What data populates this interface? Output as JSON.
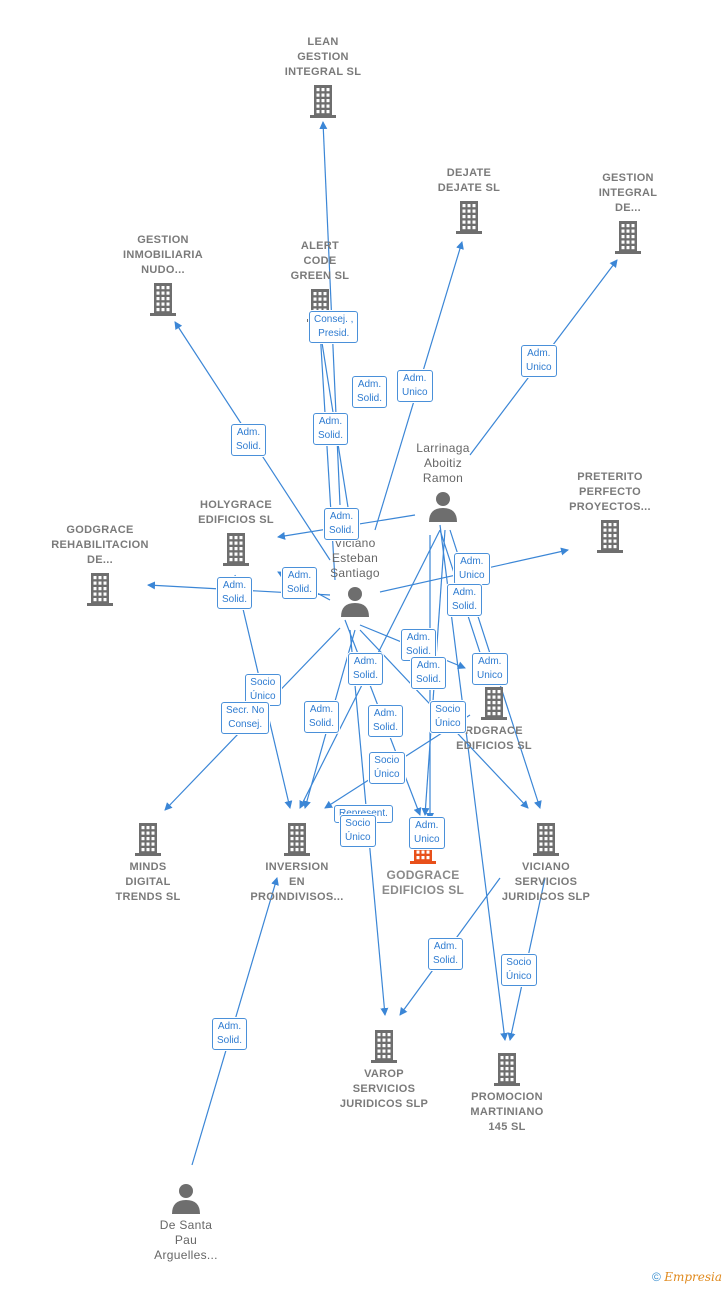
{
  "colors": {
    "edge": "#3b86d6",
    "building": "#6e6e6e",
    "main_building": "#e8501a",
    "person": "#6e6e6e"
  },
  "nodes": {
    "lean": {
      "label": "LEAN\nGESTION\nINTEGRAL  SL",
      "icon": "building-icon"
    },
    "dejate": {
      "label": "DEJATE\nDEJATE SL",
      "icon": "building-icon"
    },
    "gestion_integral": {
      "label": "GESTION\nINTEGRAL\nDE...",
      "icon": "building-icon"
    },
    "gestion_inmob": {
      "label": "GESTION\nINMOBILIARIA\nNUDO...",
      "icon": "building-icon"
    },
    "alert": {
      "label": "ALERT\nCODE\nGREEN  SL",
      "icon": "building-icon"
    },
    "larrinaga": {
      "label": "Larrinaga\nAboitiz\nRamon",
      "icon": "person-icon"
    },
    "preterito": {
      "label": "PRETERITO\nPERFECTO\nPROYECTOS...",
      "icon": "building-icon"
    },
    "godgrace_rehab": {
      "label": "GODGRACE\nREHABILITACION\nDE...",
      "icon": "building-icon"
    },
    "holygrace": {
      "label": "HOLYGRACE\nEDIFICIOS  SL",
      "icon": "building-icon"
    },
    "viciano": {
      "label": "Viciano\nEsteban\nSantiago",
      "icon": "person-icon"
    },
    "rdgrace": {
      "label": "RDGRACE\nEDIFICIOS  SL",
      "icon": "building-icon"
    },
    "minds": {
      "label": "MINDS\nDIGITAL\nTRENDS  SL",
      "icon": "building-icon"
    },
    "inversion": {
      "label": "INVERSION\nEN\nPROINDIVISOS...",
      "icon": "building-icon"
    },
    "godgrace": {
      "label": "GODGRACE\nEDIFICIOS  SL",
      "icon": "building-icon"
    },
    "viciano_serv": {
      "label": "VICIANO\nSERVICIOS\nJURIDICOS  SLP",
      "icon": "building-icon"
    },
    "varop": {
      "label": "VAROP\nSERVICIOS\nJURIDICOS  SLP",
      "icon": "building-icon"
    },
    "promocion": {
      "label": "PROMOCION\nMARTINIANO\n145  SL",
      "icon": "building-icon"
    },
    "desanta": {
      "label": "De Santa\nPau\nArguelles...",
      "icon": "person-icon"
    }
  },
  "edge_labels": [
    "Consej. ,\nPresid.",
    "Adm.\nSolid.",
    "Adm.\nUnico",
    "Adm.\nUnico",
    "Adm.\nSolid.",
    "Adm.\nSolid.",
    "Adm.\nSolid.",
    "Adm.\nSolid.",
    "Adm.\nSolid.",
    "Adm.\nUnico",
    "Adm.\nSolid.",
    "Adm.\nSolid.",
    "Adm.\nUnico",
    "Adm.\nSolid.",
    "Adm.\nSolid.",
    "Socio\nÚnico",
    "Secr.  No\nConsej.",
    "Adm.\nSolid.",
    "Adm.\nSolid.",
    "Socio\nÚnico",
    "Socio\nÚnico",
    "Represent.",
    "Socio\nÚnico",
    "Adm.\nUnico",
    "Adm.\nSolid.",
    "Socio\nÚnico",
    "Adm.\nSolid."
  ],
  "footer": {
    "copyright": "©",
    "brand": "Empresia"
  }
}
